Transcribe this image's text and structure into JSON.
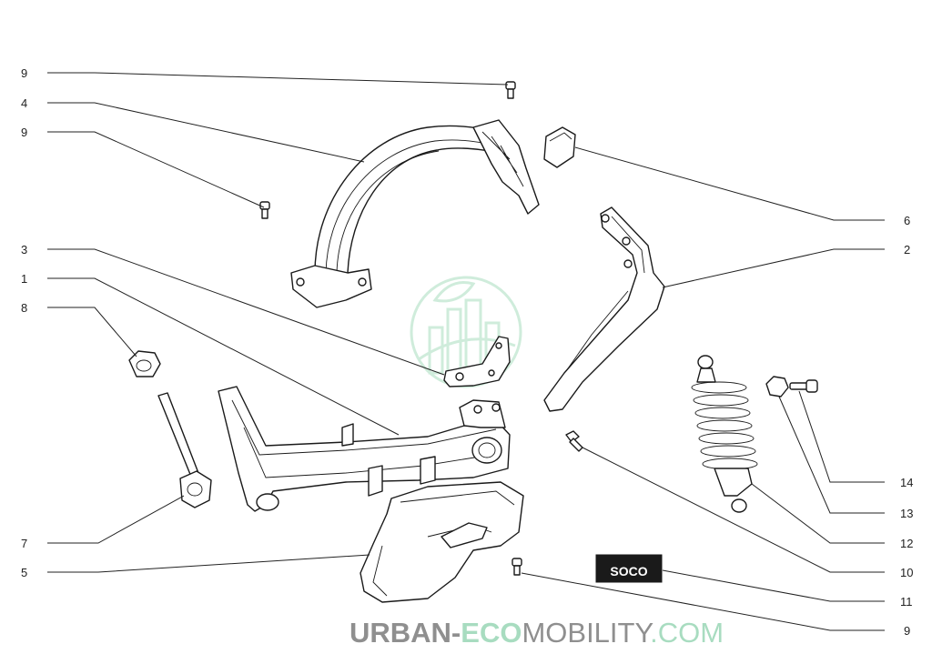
{
  "callouts_left": [
    {
      "label": "9"
    },
    {
      "label": "4"
    },
    {
      "label": "9"
    },
    {
      "label": "3"
    },
    {
      "label": "1"
    },
    {
      "label": "8"
    },
    {
      "label": "7"
    },
    {
      "label": "5"
    }
  ],
  "callouts_right": [
    {
      "label": "6"
    },
    {
      "label": "2"
    },
    {
      "label": "14"
    },
    {
      "label": "13"
    },
    {
      "label": "12"
    },
    {
      "label": "10"
    },
    {
      "label": "11"
    },
    {
      "label": "9"
    }
  ],
  "watermark": {
    "part1": "URBAN-",
    "part2": "ECO",
    "part3": "MOBILITY",
    "part4": ".COM",
    "gray": "#8f8f8f",
    "green": "#a8dcc0"
  },
  "colors": {
    "line": "#1a1a1a",
    "background": "#ffffff",
    "watermark_logo": "#bfe6d0"
  },
  "decal_text": "SOCO"
}
